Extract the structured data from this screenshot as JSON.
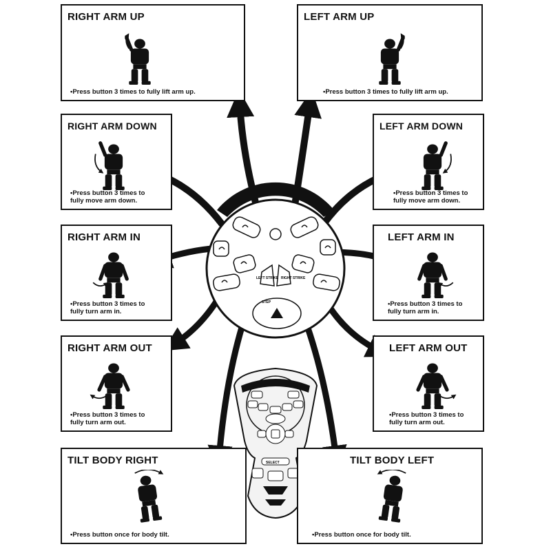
{
  "boxes": {
    "right_arm_up": {
      "title": "RIGHT ARM UP",
      "note": "•Press button 3 times to fully lift arm up."
    },
    "left_arm_up": {
      "title": "LEFT  ARM UP",
      "note": "•Press button 3 times to fully lift arm up."
    },
    "right_arm_down": {
      "title": "RIGHT ARM DOWN",
      "note": "•Press button 3 times to\n fully move arm down."
    },
    "left_arm_down": {
      "title": "LEFT ARM DOWN",
      "note": "•Press button 3 times to\n fully move arm down."
    },
    "right_arm_in": {
      "title": "RIGHT ARM IN",
      "note": "•Press button 3 times to\n fully turn arm in."
    },
    "left_arm_in": {
      "title": "LEFT ARM IN",
      "note": "•Press button 3 times to\n fully turn arm in."
    },
    "right_arm_out": {
      "title": "RIGHT ARM OUT",
      "note": "•Press button 3 times to\n fully turn arm out."
    },
    "left_arm_out": {
      "title": "LEFT ARM OUT",
      "note": "•Press button 3 times to\n fully turn arm out."
    },
    "tilt_body_right": {
      "title": "TILT BODY RIGHT",
      "note": "•Press button once for body tilt."
    },
    "tilt_body_left": {
      "title": "TILT BODY LEFT",
      "note": "•Press button once for body tilt."
    }
  },
  "remote": {
    "left_strike": "LEFT STRIKE",
    "right_strike": "RIGHT STRIKE",
    "step": "STEP",
    "select": "SELECT"
  },
  "icons": {
    "robot": "robot-silhouette-icon",
    "arrow": "curved-arrow-icon"
  },
  "colors": {
    "ink": "#111111",
    "paper": "#ffffff"
  }
}
